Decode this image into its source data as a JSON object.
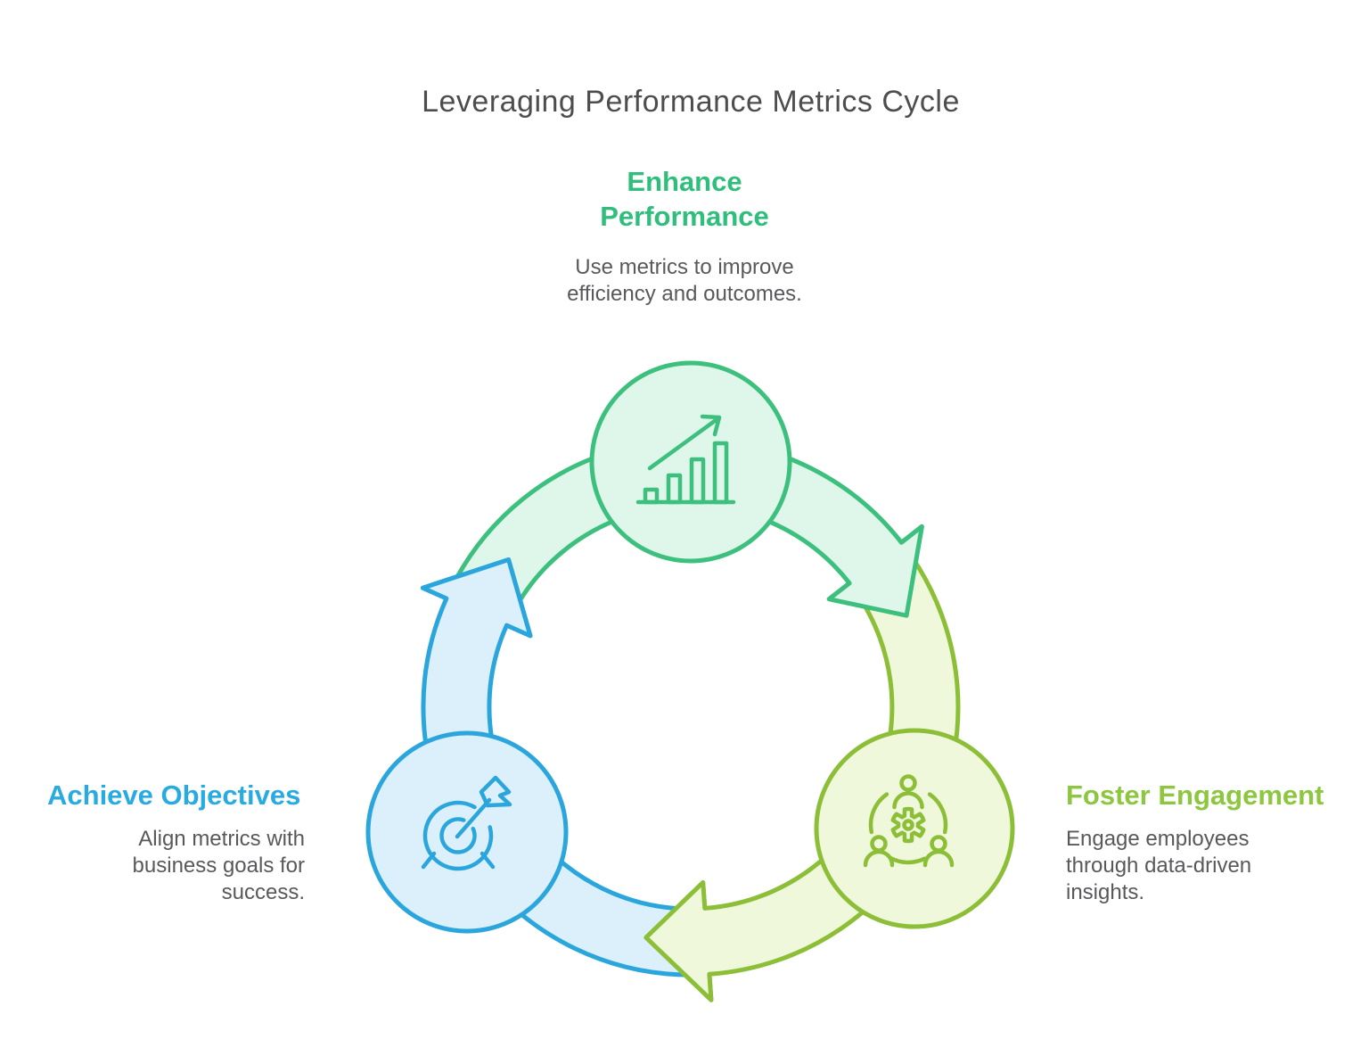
{
  "title": "Leveraging Performance Metrics Cycle",
  "colors": {
    "background": "#FFFFFF",
    "title": "#4D4D4D",
    "body": "#58595B",
    "green_stroke": "#3DC07E",
    "green_fill": "#DFF6EA",
    "green_heading": "#2FBE7C",
    "lime_stroke": "#8CBF37",
    "lime_fill": "#F0F8DB",
    "lime_heading": "#8DC63F",
    "blue_stroke": "#2BA6DD",
    "blue_fill": "#DCF0FB",
    "blue_heading": "#29ABE2"
  },
  "steps": [
    {
      "name": "enhance-performance",
      "heading": "Enhance Performance",
      "description": "Use metrics to improve efficiency and outcomes.",
      "icon": "bar-chart-icon"
    },
    {
      "name": "foster-engagement",
      "heading": "Foster Engagement",
      "description": "Engage employees through data-driven insights.",
      "icon": "team-gear-icon"
    },
    {
      "name": "achieve-objectives",
      "heading": "Achieve Objectives",
      "description": "Align metrics with business goals for success.",
      "icon": "target-arrow-icon"
    }
  ]
}
